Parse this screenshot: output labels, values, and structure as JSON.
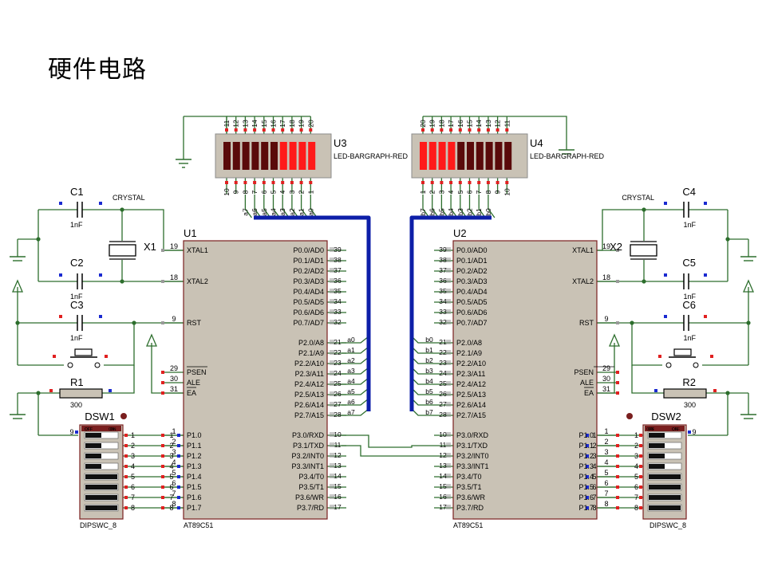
{
  "title": "硬件电路",
  "u1": {
    "ref": "U1",
    "part": "AT89C51",
    "left_pins": [
      {
        "num": "19",
        "name": "XTAL1"
      },
      {
        "num": "18",
        "name": "XTAL2"
      },
      {
        "num": "9",
        "name": "RST"
      },
      {
        "num": "29",
        "name": "PSEN"
      },
      {
        "num": "30",
        "name": "ALE"
      },
      {
        "num": "31",
        "name": "EA"
      },
      {
        "num": "1",
        "name": "P1.0"
      },
      {
        "num": "2",
        "name": "P1.1"
      },
      {
        "num": "3",
        "name": "P1.2"
      },
      {
        "num": "4",
        "name": "P1.3"
      },
      {
        "num": "5",
        "name": "P1.4"
      },
      {
        "num": "6",
        "name": "P1.5"
      },
      {
        "num": "7",
        "name": "P1.6"
      },
      {
        "num": "8",
        "name": "P1.7"
      }
    ],
    "right_pins": [
      {
        "num": "39",
        "name": "P0.0/AD0"
      },
      {
        "num": "38",
        "name": "P0.1/AD1"
      },
      {
        "num": "37",
        "name": "P0.2/AD2"
      },
      {
        "num": "36",
        "name": "P0.3/AD3"
      },
      {
        "num": "35",
        "name": "P0.4/AD4"
      },
      {
        "num": "34",
        "name": "P0.5/AD5"
      },
      {
        "num": "33",
        "name": "P0.6/AD6"
      },
      {
        "num": "32",
        "name": "P0.7/AD7"
      },
      {
        "num": "21",
        "name": "P2.0/A8",
        "net": "a0"
      },
      {
        "num": "22",
        "name": "P2.1/A9",
        "net": "a1"
      },
      {
        "num": "23",
        "name": "P2.2/A10",
        "net": "a2"
      },
      {
        "num": "24",
        "name": "P2.3/A11",
        "net": "a3"
      },
      {
        "num": "25",
        "name": "P2.4/A12",
        "net": "a4"
      },
      {
        "num": "26",
        "name": "P2.5/A13",
        "net": "a5"
      },
      {
        "num": "27",
        "name": "P2.6/A14",
        "net": "a6"
      },
      {
        "num": "28",
        "name": "P2.7/A15",
        "net": "a7"
      },
      {
        "num": "10",
        "name": "P3.0/RXD"
      },
      {
        "num": "11",
        "name": "P3.1/TXD"
      },
      {
        "num": "12",
        "name": "P3.2/INT0"
      },
      {
        "num": "13",
        "name": "P3.3/INT1"
      },
      {
        "num": "14",
        "name": "P3.4/T0"
      },
      {
        "num": "15",
        "name": "P3.5/T1"
      },
      {
        "num": "16",
        "name": "P3.6/WR"
      },
      {
        "num": "17",
        "name": "P3.7/RD"
      }
    ]
  },
  "u2": {
    "ref": "U2",
    "part": "AT89C51",
    "right_pins": [
      {
        "num": "19",
        "name": "XTAL1"
      },
      {
        "num": "18",
        "name": "XTAL2"
      },
      {
        "num": "9",
        "name": "RST"
      },
      {
        "num": "29",
        "name": "PSEN"
      },
      {
        "num": "30",
        "name": "ALE"
      },
      {
        "num": "31",
        "name": "EA"
      },
      {
        "num": "1",
        "name": "P1.0"
      },
      {
        "num": "2",
        "name": "P1.1"
      },
      {
        "num": "3",
        "name": "P1.2"
      },
      {
        "num": "4",
        "name": "P1.3"
      },
      {
        "num": "5",
        "name": "P1.4"
      },
      {
        "num": "6",
        "name": "P1.5"
      },
      {
        "num": "7",
        "name": "P1.6"
      },
      {
        "num": "8",
        "name": "P1.7"
      }
    ],
    "left_pins": [
      {
        "num": "39",
        "name": "P0.0/AD0"
      },
      {
        "num": "38",
        "name": "P0.1/AD1"
      },
      {
        "num": "37",
        "name": "P0.2/AD2"
      },
      {
        "num": "36",
        "name": "P0.3/AD3"
      },
      {
        "num": "35",
        "name": "P0.4/AD4"
      },
      {
        "num": "34",
        "name": "P0.5/AD5"
      },
      {
        "num": "33",
        "name": "P0.6/AD6"
      },
      {
        "num": "32",
        "name": "P0.7/AD7"
      },
      {
        "num": "21",
        "name": "P2.0/A8",
        "net": "b0"
      },
      {
        "num": "22",
        "name": "P2.1/A9",
        "net": "b1"
      },
      {
        "num": "23",
        "name": "P2.2/A10",
        "net": "b2"
      },
      {
        "num": "24",
        "name": "P2.3/A11",
        "net": "b3"
      },
      {
        "num": "25",
        "name": "P2.4/A12",
        "net": "b4"
      },
      {
        "num": "26",
        "name": "P2.5/A13",
        "net": "b5"
      },
      {
        "num": "27",
        "name": "P2.6/A14",
        "net": "b6"
      },
      {
        "num": "28",
        "name": "P2.7/A15",
        "net": "b7"
      },
      {
        "num": "10",
        "name": "P3.0/RXD"
      },
      {
        "num": "11",
        "name": "P3.1/TXD"
      },
      {
        "num": "12",
        "name": "P3.2/INT0"
      },
      {
        "num": "13",
        "name": "P3.3/INT1"
      },
      {
        "num": "14",
        "name": "P3.4/T0"
      },
      {
        "num": "15",
        "name": "P3.5/T1"
      },
      {
        "num": "16",
        "name": "P3.6/WR"
      },
      {
        "num": "17",
        "name": "P3.7/RD"
      }
    ]
  },
  "u3": {
    "ref": "U3",
    "part": "LED-BARGRAPH-RED",
    "top_pins": [
      "11",
      "12",
      "13",
      "14",
      "15",
      "16",
      "17",
      "18",
      "19",
      "20"
    ],
    "bottom_pins": [
      "10",
      "9",
      "8",
      "7",
      "6",
      "5",
      "4",
      "3",
      "2",
      "1"
    ],
    "nets": [
      "a7",
      "a6",
      "a5",
      "a4",
      "a3",
      "a2",
      "a1",
      "a0"
    ],
    "lit": [
      false,
      false,
      false,
      false,
      false,
      false,
      true,
      true,
      true,
      true
    ]
  },
  "u4": {
    "ref": "U4",
    "part": "LED-BARGRAPH-RED",
    "top_pins": [
      "20",
      "19",
      "18",
      "17",
      "16",
      "15",
      "14",
      "13",
      "12",
      "11"
    ],
    "bottom_pins": [
      "1",
      "2",
      "3",
      "4",
      "5",
      "6",
      "7",
      "8",
      "9",
      "10"
    ],
    "nets": [
      "b7",
      "b6",
      "b5",
      "b4",
      "b3",
      "b2",
      "b1",
      "b0"
    ],
    "lit": [
      true,
      true,
      true,
      true,
      false,
      false,
      false,
      false,
      false,
      false
    ]
  },
  "left_side": {
    "c1": {
      "ref": "C1",
      "value": "1nF"
    },
    "c2": {
      "ref": "C2",
      "value": "1nF"
    },
    "c3": {
      "ref": "C3",
      "value": "1nF"
    },
    "x1": {
      "ref": "X1",
      "value": "CRYSTAL"
    },
    "r1": {
      "ref": "R1",
      "value": "300"
    },
    "dsw": {
      "ref": "DSW1",
      "part": "DIPSWC_8",
      "off": "OFF",
      "on": "ON",
      "pin9": "9",
      "pins": [
        "1",
        "2",
        "3",
        "4",
        "5",
        "6",
        "7",
        "8"
      ],
      "states": [
        "off",
        "off",
        "off",
        "off",
        "on",
        "on",
        "on",
        "on"
      ]
    }
  },
  "right_side": {
    "c4": {
      "ref": "C4",
      "value": "1nF"
    },
    "c5": {
      "ref": "C5",
      "value": "1nF"
    },
    "c6": {
      "ref": "C6",
      "value": "1nF"
    },
    "x2": {
      "ref": "X2",
      "value": "CRYSTAL"
    },
    "r2": {
      "ref": "R2",
      "value": "300"
    },
    "dsw": {
      "ref": "DSW2",
      "part": "DIPSWC_8",
      "off": "OFF",
      "on": "ON",
      "pin9": "9",
      "pins": [
        "1",
        "2",
        "3",
        "4",
        "5",
        "6",
        "7",
        "8"
      ],
      "states": [
        "off",
        "off",
        "off",
        "off",
        "on",
        "on",
        "on",
        "on"
      ]
    }
  },
  "colors": {
    "wire": "#2d6e2d",
    "bus": "#0d1fa8",
    "chip_fill": "#c9c2b5",
    "chip_border": "#7a1f1f",
    "led_on": "#ff1a1a",
    "led_off": "#5a0a0a",
    "pin_red": "#e02020",
    "pin_blue": "#1a2ad0",
    "pin_gray": "#9a9a9a"
  }
}
